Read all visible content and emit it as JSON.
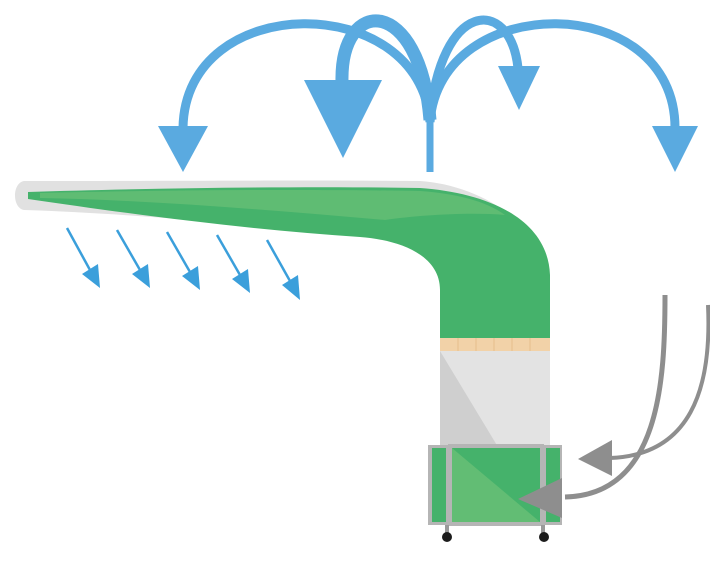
{
  "diagram": {
    "labels": [],
    "colors": {
      "duct_green": "#45b26b",
      "duct_green_light": "#62bd74",
      "duct_rim": "#e1e1e1",
      "filter_band": "#f2d2a8",
      "cabinet": "#e3e3e3",
      "cabinet_shadow": "#cfcfcf",
      "unit_frame": "#b5b5b5",
      "supply_air_arrow": "#5aaae0",
      "downdraft_arrow": "#3b9fdb",
      "return_air_arrow": "#8e8e8e",
      "wheel": "#1c1c1c"
    },
    "components": [
      "extraction-arm-duct",
      "filter-band",
      "blower-cabinet",
      "filter-unit",
      "caster-wheels"
    ],
    "flows": {
      "supply_air_arrows": 4,
      "downdraft_arrows": 5,
      "return_air_arrows": 2
    }
  }
}
